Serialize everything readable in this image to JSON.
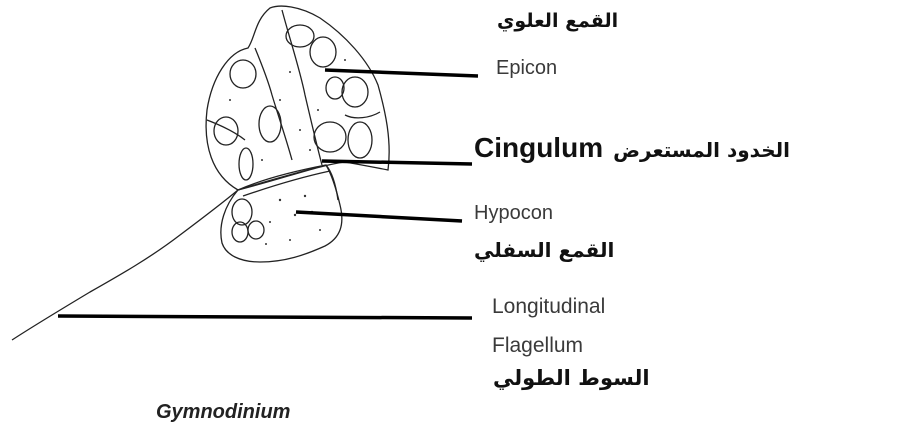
{
  "labels": {
    "epicon_ar": "القمع العلوي",
    "epicon_en": "Epicon",
    "cingulum_en": "Cingulum",
    "cingulum_ar": "الخدود المستعرض",
    "hypocon_en": "Hypocon",
    "hypocon_ar": "القمع السفلي",
    "flagellum_en_line1": "Longitudinal",
    "flagellum_en_line2": "Flagellum",
    "flagellum_ar": "السوط الطولي"
  },
  "caption": "Gymnodinium"
}
